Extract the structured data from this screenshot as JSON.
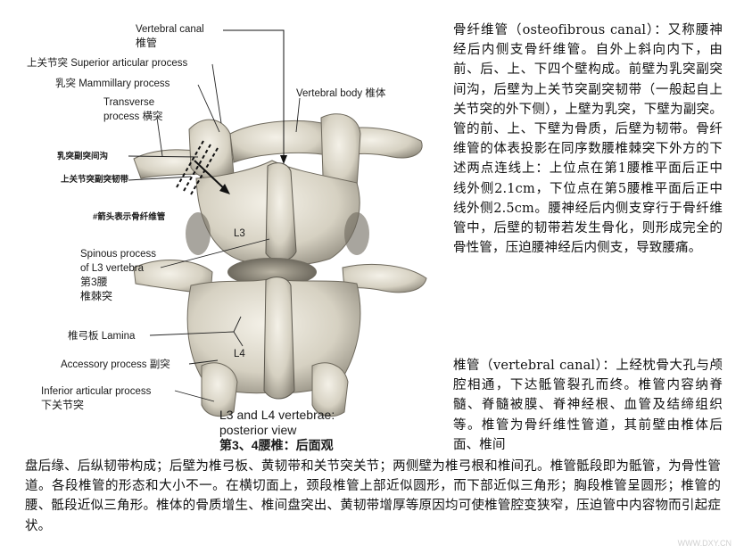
{
  "figure": {
    "labels": {
      "vertebral_canal_en": "Vertebral canal",
      "vertebral_canal_cn": "椎管",
      "superior_articular": "上关节突 Superior articular process",
      "mammillary": "乳突 Mammillary process",
      "transverse_en": "Transverse",
      "transverse_cn": "process 横突",
      "vertebral_body": "Vertebral body 椎体",
      "mammillo_accessory_groove": "乳突副突间沟",
      "mammillo_accessory_ligament": "上关节突副突韧带",
      "arrow_note": "#箭头表示骨纤维管",
      "spinous_en1": "Spinous process",
      "spinous_en2": "of L3 vertebra",
      "spinous_cn1": "第3腰",
      "spinous_cn2": "椎棘突",
      "lamina": "椎弓板 Lamina",
      "accessory": "Accessory process 副突",
      "inferior_en": "Inferior articular process",
      "inferior_cn": "下关节突",
      "l3": "L3",
      "l4": "L4",
      "caption_en1": "L3 and L4 vertebrae:",
      "caption_en2": "posterior view",
      "caption_cn": "第3、4腰椎：后面观"
    }
  },
  "text": {
    "osteofibrous_canal": "骨纤维管（osteofibrous canal）：又称腰神经后内侧支骨纤维管。自外上斜向内下，由前、后、上、下四个壁构成。前壁为乳突副突间沟，后壁为上关节突副突韧带（一般起自上关节突的外下侧），上壁为乳突，下壁为副突。管的前、上、下壁为骨质，后壁为韧带。骨纤维管的体表投影在同序数腰椎棘突下外方的下述两点连线上：上位点在第1腰椎平面后正中线外侧2.1cm，下位点在第5腰椎平面后正中线外侧2.5cm。腰神经后内侧支穿行于骨纤维管中，后壁的韧带若发生骨化，则形成完全的骨性管，压迫腰神经后内侧支，导致腰痛。",
    "vertebral_canal_head": "椎管（vertebral canal）：上经枕骨大孔与颅腔相通，下达骶管裂孔而终。椎管内容纳脊髓、脊髓被膜、脊神经根、血管及结缔组织等。椎管为骨纤维性管道，其前壁由椎体后面、椎间",
    "vertebral_canal_tail": "盘后缘、后纵韧带构成；后壁为椎弓板、黄韧带和关节突关节；两侧壁为椎弓根和椎间孔。椎管骶段即为骶管，为骨性管道。各段椎管的形态和大小不一。在横切面上，颈段椎管上部近似圆形，而下部近似三角形；胸段椎管呈圆形；椎管的腰、骶段近似三角形。椎体的骨质增生、椎间盘突出、黄韧带增厚等原因均可使椎管腔变狭窄，压迫管中内容物而引起症状。"
  },
  "watermark": "WWW.DXY.CN"
}
